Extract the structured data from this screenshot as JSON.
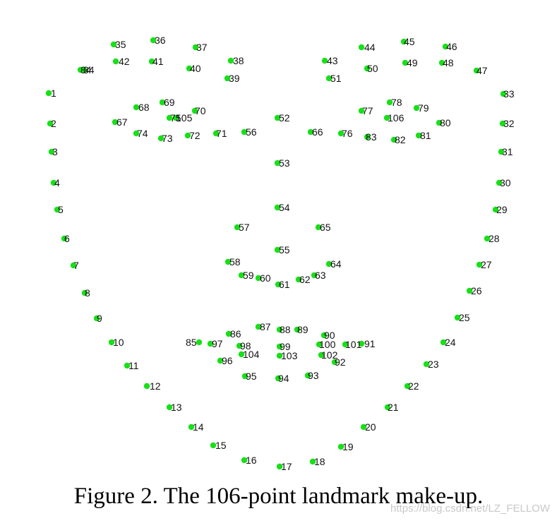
{
  "figure": {
    "caption": "Figure 2. The 106-point landmark make-up.",
    "watermark": "https://blog.csdn.net/LZ_FELLOW",
    "point_color": "#18e018",
    "label_color": "#111111",
    "landmark_labels": [
      "1",
      "2",
      "3",
      "4",
      "5",
      "6",
      "7",
      "8",
      "9",
      "10",
      "11",
      "12",
      "13",
      "14",
      "15",
      "16",
      "17",
      "18",
      "19",
      "20",
      "21",
      "22",
      "23",
      "24",
      "25",
      "26",
      "27",
      "28",
      "29",
      "30",
      "31",
      "32",
      "33",
      "34",
      "35",
      "36",
      "37",
      "38",
      "39",
      "40",
      "41",
      "42",
      "43",
      "44",
      "45",
      "46",
      "47",
      "48",
      "49",
      "50",
      "51",
      "52",
      "53",
      "54",
      "55",
      "56",
      "57",
      "58",
      "59",
      "60",
      "61",
      "62",
      "63",
      "64",
      "65",
      "66",
      "67",
      "68",
      "69",
      "70",
      "71",
      "72",
      "73",
      "74",
      "75",
      "76",
      "77",
      "78",
      "79",
      "80",
      "81",
      "82",
      "83",
      "84",
      "85",
      "86",
      "87",
      "88",
      "89",
      "90",
      "91",
      "92",
      "93",
      "94",
      "95",
      "96",
      "97",
      "98",
      "99",
      "100",
      "101",
      "102",
      "103",
      "104",
      "105",
      "106"
    ]
  }
}
